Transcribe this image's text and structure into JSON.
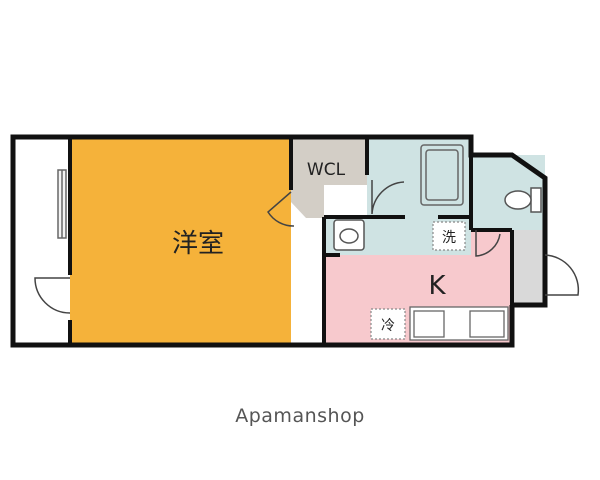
{
  "floorplan": {
    "rooms": {
      "western_room": {
        "label": "洋室",
        "fill": "#F5B23A"
      },
      "walk_in_closet": {
        "label": "WCL",
        "fill": "#D3CEC6"
      },
      "kitchen": {
        "label": "K",
        "fill": "#F7C9CD"
      },
      "bathroom": {
        "fill": "#CFE3E3"
      },
      "toilet": {
        "fill": "#CFE3E3"
      },
      "washroom": {
        "fill": "#CFE3E3"
      },
      "entrance": {
        "fill": "#D9D9D9"
      },
      "balcony": {
        "fill": "#FFFFFF"
      }
    },
    "fixtures": {
      "washer_label": "洗",
      "fridge_label": "冷"
    },
    "wall_color": "#111111"
  },
  "watermark": "Apamanshop"
}
